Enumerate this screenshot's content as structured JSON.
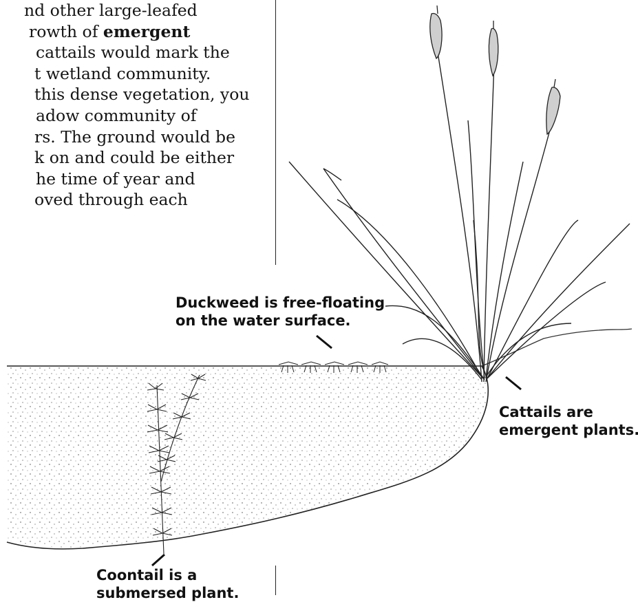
{
  "body_text": {
    "line1": "nd other large-leafed",
    "line2_prefix": "rowth of ",
    "line2_bold": "emergent",
    "line3": "cattails would mark the",
    "line4": "t wetland community.",
    "line5": "this dense vegetation, you",
    "line6": "adow community of",
    "line7": "rs.  The ground would be",
    "line8": "k on and could be either",
    "line9": "he time of year and",
    "line10": "oved through each"
  },
  "labels": {
    "duckweed": {
      "line1": "Duckweed is free-floating",
      "line2": "on the water surface."
    },
    "cattails": {
      "line1": "Cattails are",
      "line2": "emergent plants."
    },
    "coontail": {
      "line1": "Coontail is a",
      "line2": "submersed plant."
    }
  }
}
